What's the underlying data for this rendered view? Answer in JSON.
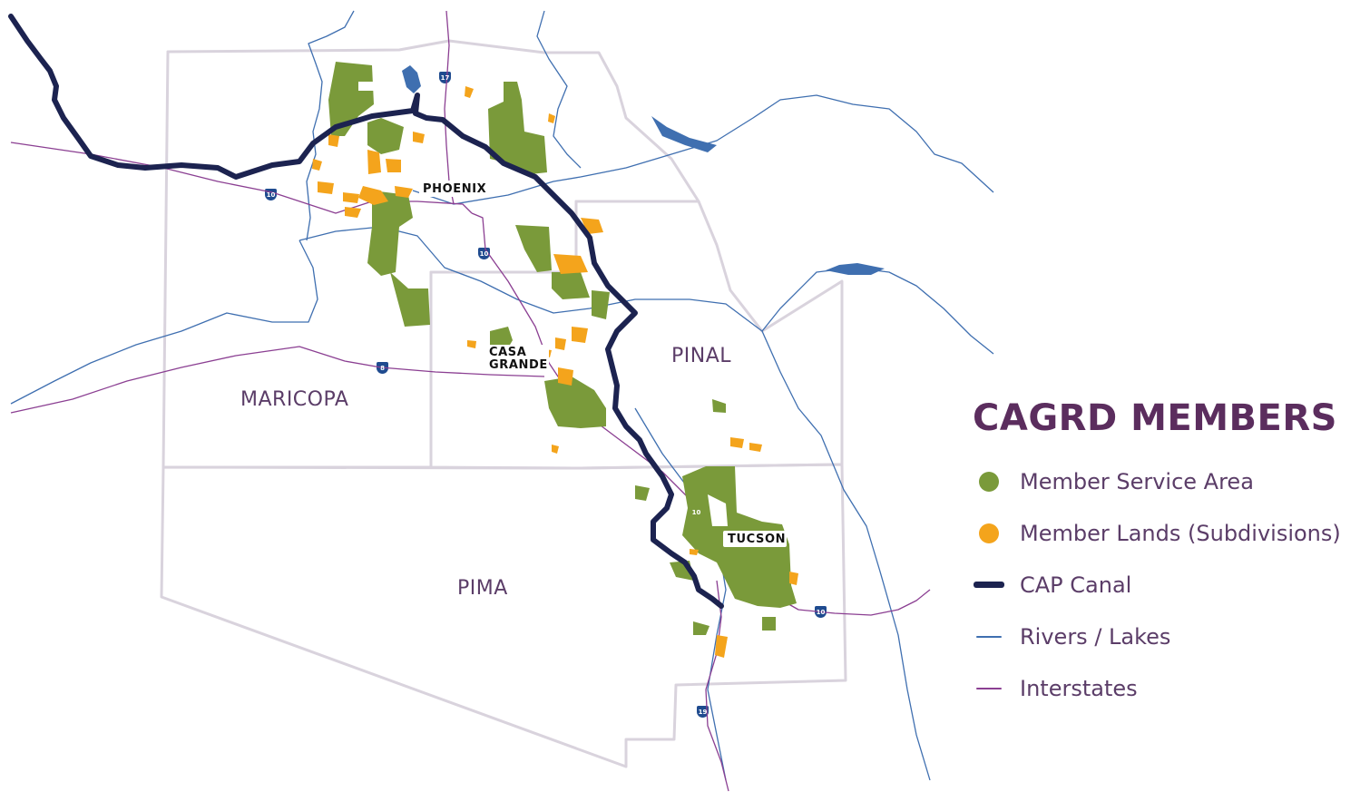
{
  "legend": {
    "title": "CAGRD MEMBERS",
    "items": [
      {
        "label": "Member Service Area",
        "symbol": "dot",
        "color": "#7a9a3a"
      },
      {
        "label": "Member Lands (Subdivisions)",
        "symbol": "dot",
        "color": "#f4a41c"
      },
      {
        "label": "CAP Canal",
        "symbol": "thick-line",
        "color": "#1c2350"
      },
      {
        "label": "Rivers / Lakes",
        "symbol": "line",
        "color": "#3f6fb0"
      },
      {
        "label": "Interstates",
        "symbol": "thin-line",
        "color": "#8b3f92"
      }
    ]
  },
  "counties": {
    "maricopa": "MARICOPA",
    "pinal": "PINAL",
    "pima": "PIMA"
  },
  "cities": {
    "phoenix": "PHOENIX",
    "casa_grande": "CASA\nGRANDE",
    "tucson": "TUCSON"
  },
  "interstates": {
    "i17": "17",
    "i10_west": "10",
    "i10_phoenix": "10",
    "i8": "8",
    "i10_tucson": "10",
    "i10_east": "10",
    "i19": "19"
  },
  "colors": {
    "county_border": "#d9d3dd",
    "service_area": "#7a9a3a",
    "member_lands": "#f4a41c",
    "canal": "#1c2350",
    "river": "#3f6fb0",
    "interstate": "#8b3f92"
  }
}
